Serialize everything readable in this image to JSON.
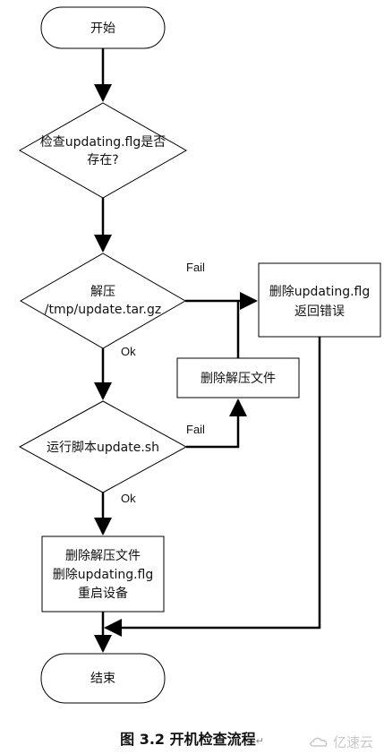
{
  "nodes": {
    "start": "开始",
    "check_line1": "检查updating.flg是否",
    "check_line2": "存在?",
    "extract_line1": "解压",
    "extract_line2": "/tmp/update.tar.gz",
    "delete_flag_line1": "删除updating.flg",
    "delete_flag_line2": "返回错误",
    "delete_extracted": "删除解压文件",
    "run_script": "运行脚本update.sh",
    "final_line1": "删除解压文件",
    "final_line2": "删除updating.flg",
    "final_line3": "重启设备",
    "end": "结束"
  },
  "edges": {
    "extract_fail": "Fail",
    "extract_ok": "Ok",
    "script_fail": "Fail",
    "script_ok": "Ok"
  },
  "caption": {
    "text": "图  3.2  开机检查流程",
    "mark": "↵"
  },
  "watermark": {
    "text": "亿速云",
    "logo_icon": "cloud-logo-icon"
  },
  "colors": {
    "line": "#000000",
    "watermark": "#c8c8c8"
  }
}
